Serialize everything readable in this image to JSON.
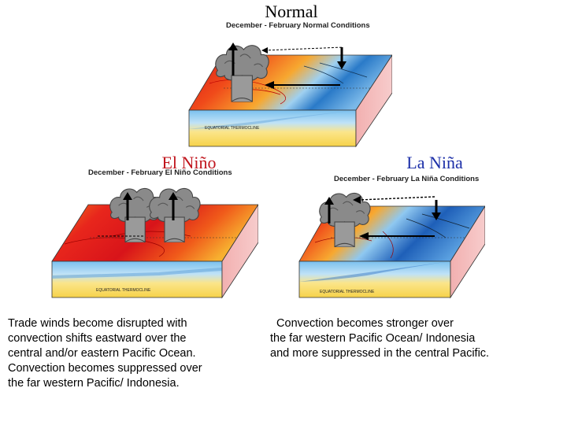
{
  "panels": {
    "normal": {
      "heading": "Normal",
      "subtitle": "December - February Normal Conditions",
      "thermocline": "EQUATORIAL THERMOCLINE"
    },
    "el_nino": {
      "heading": "El Niño",
      "subtitle": "December - February El Niño Conditions",
      "thermocline": "EQUATORIAL THERMOCLINE"
    },
    "la_nina": {
      "heading": "La Niña",
      "subtitle": "December - February La Niña Conditions",
      "thermocline": "EQUATORIAL THERMOCLINE"
    }
  },
  "captions": {
    "el_nino": [
      "Trade winds become disrupted with",
      "convection shifts eastward over the",
      "central and/or eastern Pacific Ocean.",
      "Convection becomes suppressed over",
      "the far western Pacific/ Indonesia."
    ],
    "la_nina": [
      "  Convection becomes stronger over",
      "the far western Pacific Ocean/ Indonesia",
      "and more suppressed in the central Pacific."
    ]
  },
  "colors": {
    "heading_normal": "#000000",
    "heading_el_nino": "#c0141c",
    "heading_la_nina": "#1c2fa8",
    "warm": "#e8261c",
    "cool": "#2a7ac8",
    "box_side": "#f2b8b8",
    "cloud": "#8a8a8a"
  },
  "icons": [
    "convection-cloud-icon",
    "up-arrow-icon",
    "down-arrow-icon",
    "left-arrow-icon"
  ]
}
